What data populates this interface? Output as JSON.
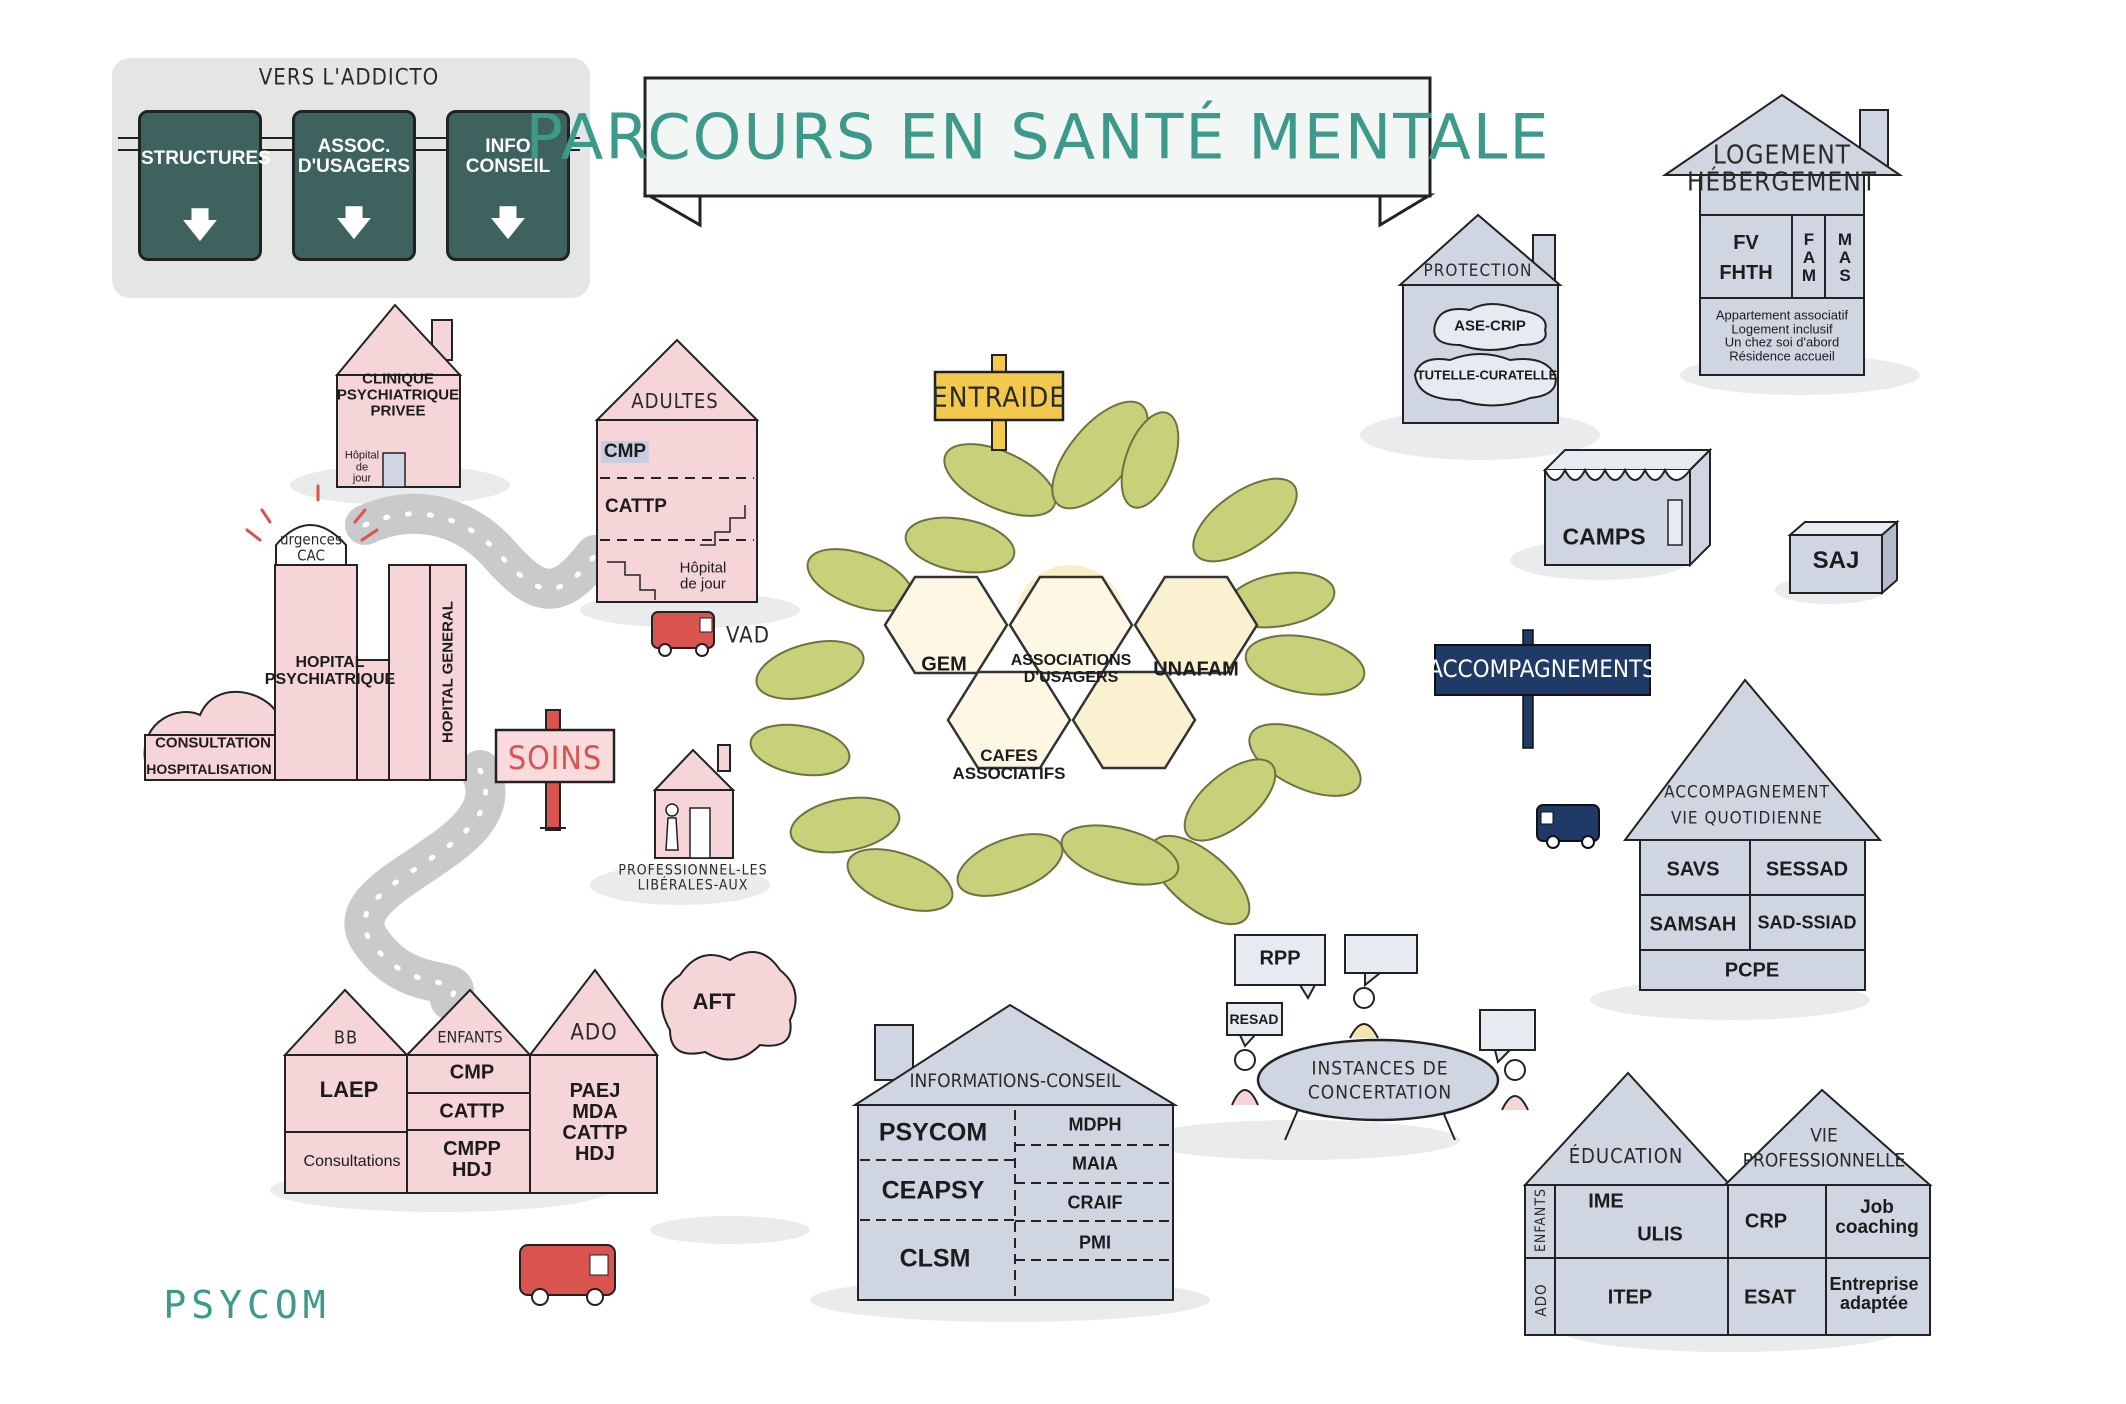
{
  "title": "PARCOURS EN SANTÉ MENTALE",
  "brand": "PSYCOM",
  "colors": {
    "teal_dark": "#3e625d",
    "pink": "#f5d5d8",
    "blue_grey": "#cfd6e1",
    "yellow": "#f2c94c",
    "green_leaf": "#c9d07a",
    "navy": "#1f3a66",
    "red": "#d9534f",
    "hex_fill": "#faf1d0"
  },
  "addicto": {
    "title": "VERS L'ADDICTO",
    "buttons": [
      "STRUCTURES",
      "ASSOC.\nD'USAGERS",
      "INFO\nCONSEIL"
    ]
  },
  "clinique": {
    "title": "CLINIQUE\nPSYCHIATRIQUE\nPRIVEE",
    "sub": "Hôpital\nde\njour"
  },
  "hopital": {
    "urgences": "urgences\nCAC",
    "psy": "HOPITAL\nPSYCHIATRIQUE",
    "general": "HOPITAL GENERAL",
    "consult": "CONSULTATION",
    "hospit": "HOSPITALISATION"
  },
  "adultes": {
    "title": "ADULTES",
    "cmp": "CMP",
    "cattp": "CATTP",
    "hdj": "Hôpital\nde jour"
  },
  "vad": "VAD",
  "soins": "SOINS",
  "liberaux": "PROFESSIONNEL-LES\nLIBÉRALES-AUX",
  "entraide": {
    "sign": "ENTRAIDE",
    "gem": "GEM",
    "assoc": "ASSOCIATIONS\nD'USAGERS",
    "unafam": "UNAFAM",
    "cafes": "CAFES\nASSOCIATIFS"
  },
  "protection": {
    "title": "PROTECTION",
    "ase": "ASE-CRIP",
    "tutelle": "TUTELLE-CURATELLE"
  },
  "logement": {
    "title": "LOGEMENT\nHÉBERGEMENT",
    "fv": "FV\nFHTH",
    "fam": "F\nA\nM",
    "mas": "M\nA\nS",
    "list": "Appartement associatif\nLogement inclusif\nUn chez soi d'abord\nRésidence accueil"
  },
  "camps": "CAMPS",
  "saj": "SAJ",
  "accompagnements": "ACCOMPAGNEMENTS",
  "vie_quotidienne": {
    "title": "ACCOMPAGNEMENT\nVIE QUOTIDIENNE",
    "savs": "SAVS",
    "sessad": "SESSAD",
    "samsah": "SAMSAH",
    "sadssiad": "SAD-SSIAD",
    "pcpe": "PCPE"
  },
  "enfance": {
    "bb": "BB",
    "enfants": "ENFANTS",
    "ado": "ADO",
    "laep": "LAEP",
    "consultations": "Consultations",
    "cmp": "CMP",
    "cattp": "CATTP",
    "cmpp": "CMPP\nHDJ",
    "ado_list": "PAEJ\nMDA\nCATTP\nHDJ"
  },
  "aft": "AFT",
  "info_conseil": {
    "title": "INFORMATIONS-CONSEIL",
    "left": [
      "PSYCOM",
      "CEAPSY",
      "CLSM"
    ],
    "right": [
      "MDPH",
      "MAIA",
      "CRAIF",
      "PMI"
    ]
  },
  "instances": {
    "title": "INSTANCES DE\nCONCERTATION",
    "rpp": "RPP",
    "resad": "RESAD"
  },
  "education": {
    "title": "ÉDUCATION",
    "vie_pro": "VIE\nPROFESSIONNELLE",
    "enfants": "ENFANTS",
    "ado": "ADO",
    "ime": "IME",
    "ulis": "ULIS",
    "itep": "ITEP",
    "crp": "CRP",
    "job": "Job\ncoaching",
    "esat": "ESAT",
    "entreprise": "Entreprise\nadaptée"
  }
}
